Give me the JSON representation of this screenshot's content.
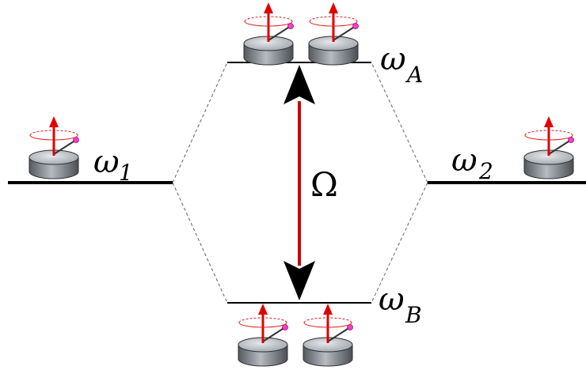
{
  "levels": {
    "left": {
      "symbol": "ω",
      "subscript": "1"
    },
    "right": {
      "symbol": "ω",
      "subscript": "2"
    },
    "top": {
      "symbol": "ω",
      "subscript": "A"
    },
    "bottom": {
      "symbol": "ω",
      "subscript": "B"
    }
  },
  "coupling": {
    "symbol": "Ω"
  },
  "colors": {
    "arrow_red": "#cc0000",
    "spin_arrow": "#e00000",
    "spin_tip": "#ff3ad0",
    "orbit": "#e02020",
    "disk_body": "#8a8f95",
    "disk_top": "#c9cdd2"
  },
  "icons": [
    "spin-disk-icon"
  ]
}
